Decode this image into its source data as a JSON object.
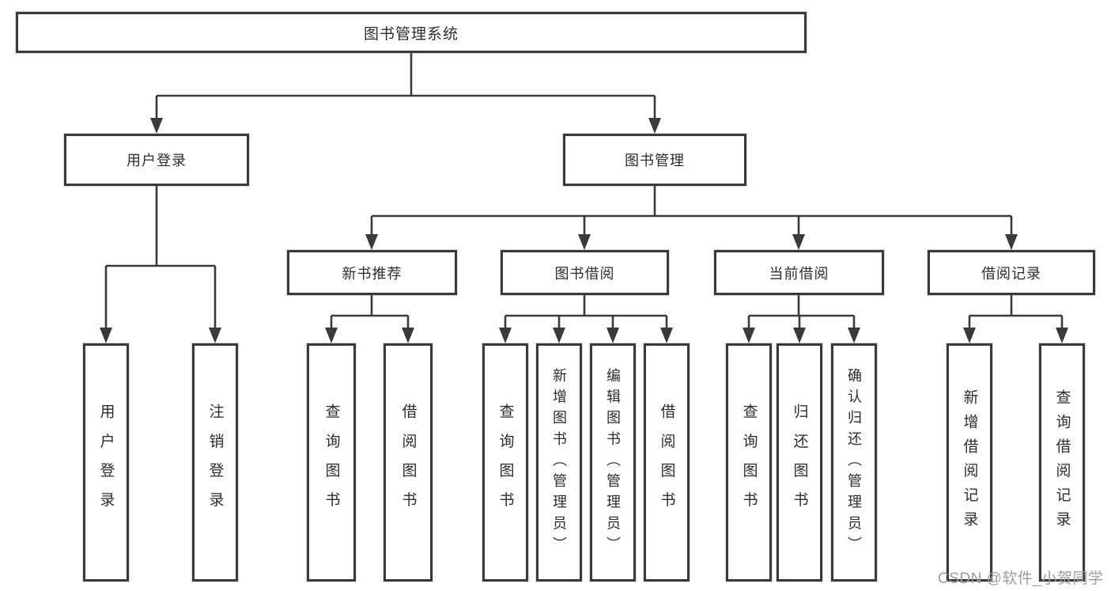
{
  "diagram": {
    "root": {
      "label": "图书管理系统"
    },
    "branches": [
      {
        "label": "用户登录",
        "children": [
          {
            "label": "用户登录"
          },
          {
            "label": "注销登录"
          }
        ]
      },
      {
        "label": "图书管理",
        "children": [
          {
            "label": "新书推荐",
            "children": [
              {
                "label": "查询图书"
              },
              {
                "label": "借阅图书"
              }
            ]
          },
          {
            "label": "图书借阅",
            "children": [
              {
                "label": "查询图书"
              },
              {
                "label": "新增图书（管理员）"
              },
              {
                "label": "编辑图书（管理员）"
              },
              {
                "label": "借阅图书"
              }
            ]
          },
          {
            "label": "当前借阅",
            "children": [
              {
                "label": "查询图书"
              },
              {
                "label": "归还图书"
              },
              {
                "label": "确认归还（管理员）"
              }
            ]
          },
          {
            "label": "借阅记录",
            "children": [
              {
                "label": "新增借阅记录"
              },
              {
                "label": "查询借阅记录"
              }
            ]
          }
        ]
      }
    ],
    "watermark": "CSDN @软件_小贺同学",
    "colors": {
      "line": "#3a3a3a",
      "text": "#2d2d2d",
      "background": "#ffffff",
      "watermark": "#9c9ca2"
    }
  }
}
